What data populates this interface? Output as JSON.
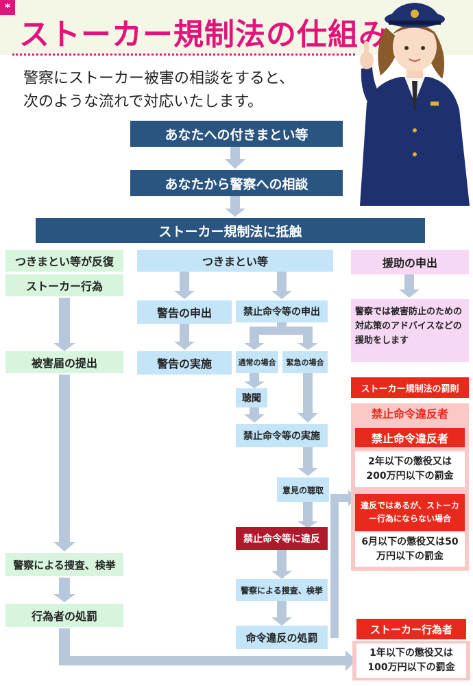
{
  "header": {
    "corner_mark": "*",
    "title": "ストーカー規制法の仕組み",
    "intro_line1": "警察にストーカー被害の相談をすると、",
    "intro_line2": "次のような流れで対応いたします。"
  },
  "flow": {
    "step1": "あなたへの付きまとい等",
    "step2": "あなたから警察への相談",
    "step3": "ストーカー規制法に抵触"
  },
  "left_col": {
    "repeat": "つきまとい等が反復",
    "stalker_act": "ストーカー行為",
    "damage_report": "被害届の提出",
    "investigation": "警察による捜査、検挙",
    "punishment": "行為者の処罰"
  },
  "mid_col": {
    "header": "つきまとい等",
    "warning_request": "警告の申出",
    "warning_issue": "警告の実施",
    "prohibition_request": "禁止命令等の申出",
    "normal_case": "通常の場合",
    "emergency_case": "緊急の場合",
    "hearing": "聴聞",
    "prohibition_issue": "禁止命令等の実施",
    "opinion": "意見の聴取",
    "violation": "禁止命令等に違反",
    "investigation": "警察による捜査、検挙",
    "violation_punishment": "命令違反の処罰"
  },
  "right_col": {
    "assist_header": "援助の申出",
    "assist_text": "警察では被害防止のための対応策のアドバイスなどの援助をします",
    "penalty_header": "ストーカー規制法の罰則",
    "violator_title": "禁止命令違反者",
    "violator_badge": "禁止命令違反者",
    "penalty1": "2年以下の懲役又は200万円以下の罰金",
    "not_stalker_case": "違反ではあるが、ストーカー行為にならない場合",
    "penalty2": "6月以下の懲役又は50万円以下の罰金",
    "stalker_badge": "ストーカー行為者",
    "penalty3": "1年以下の懲役又は100万円以下の罰金"
  },
  "colors": {
    "title_pink": "#e0147a",
    "navy": "#2a5580",
    "green": "#d6f5dc",
    "light_blue": "#c4e4f8",
    "pink_box": "#f6d8f4",
    "red": "#e8291c",
    "dark_red": "#b0182b",
    "salmon": "#fbc8c8",
    "arrow": "#b8c8dc"
  },
  "illustration": "police-officer-woman"
}
